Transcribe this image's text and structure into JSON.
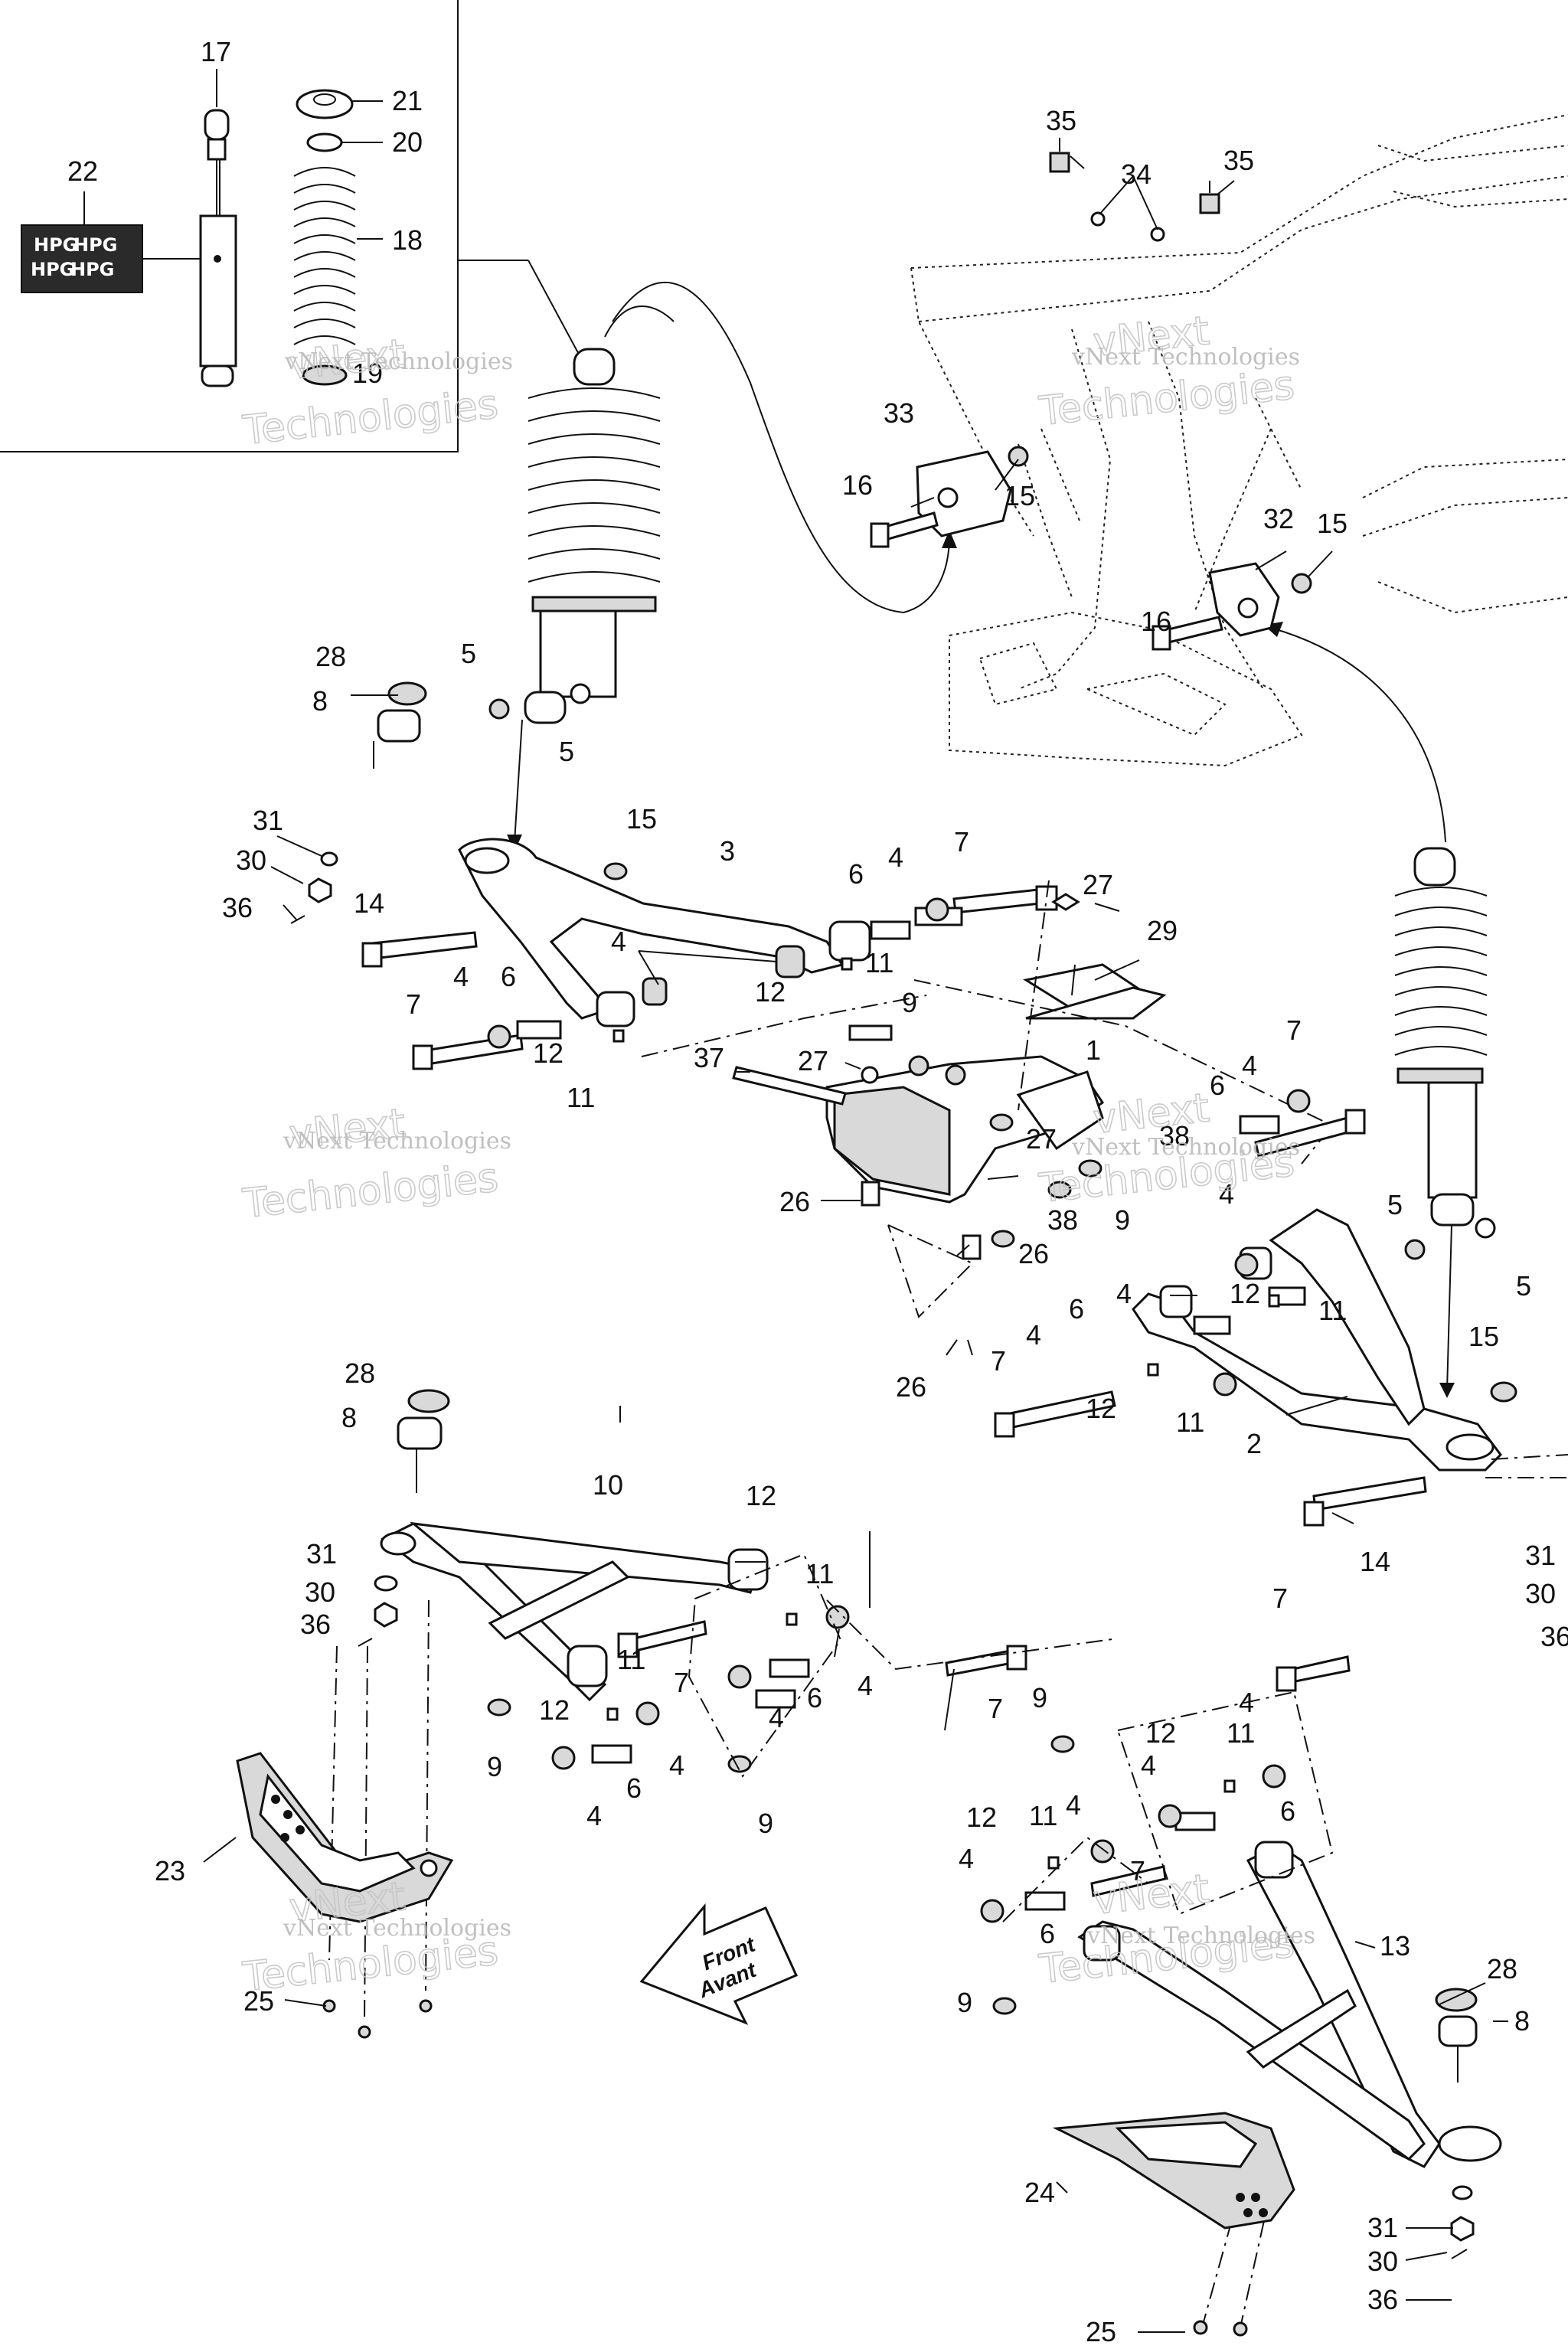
{
  "watermark": {
    "line1": "vNext Technologies",
    "line2": "vNext",
    "line3": "Technologies"
  },
  "inset_label": "HPG",
  "front_arrow": {
    "line1": "Front",
    "line2": "Avant"
  },
  "callouts": {
    "c1": "1",
    "c2": "2",
    "c3": "3",
    "c4a": "4",
    "c4b": "4",
    "c4c": "4",
    "c4d": "4",
    "c4e": "4",
    "c4f": "4",
    "c4g": "4",
    "c4h": "4",
    "c4i": "4",
    "c4j": "4",
    "c4k": "4",
    "c4l": "4",
    "c4m": "4",
    "c4n": "4",
    "c5a": "5",
    "c5b": "5",
    "c5c": "5",
    "c5d": "5",
    "c6a": "6",
    "c6b": "6",
    "c6c": "6",
    "c6d": "6",
    "c6e": "6",
    "c6f": "6",
    "c6g": "6",
    "c6h": "6",
    "c7a": "7",
    "c7b": "7",
    "c7c": "7",
    "c7d": "7",
    "c7e": "7",
    "c7f": "7",
    "c7g": "7",
    "c8a": "8",
    "c8b": "8",
    "c8c": "8",
    "c9a": "9",
    "c9b": "9",
    "c9c": "9",
    "c9d": "9",
    "c9e": "9",
    "c9f": "9",
    "c10": "10",
    "c11a": "11",
    "c11b": "11",
    "c11c": "11",
    "c11d": "11",
    "c11e": "11",
    "c11f": "11",
    "c11g": "11",
    "c11h": "11",
    "c12a": "12",
    "c12b": "12",
    "c12c": "12",
    "c12d": "12",
    "c12e": "12",
    "c12f": "12",
    "c12g": "12",
    "c12h": "12",
    "c13": "13",
    "c14a": "14",
    "c14b": "14",
    "c15a": "15",
    "c15b": "15",
    "c15c": "15",
    "c15d": "15",
    "c16a": "16",
    "c16b": "16",
    "c17": "17",
    "c18": "18",
    "c19": "19",
    "c20": "20",
    "c21": "21",
    "c22": "22",
    "c23": "23",
    "c24": "24",
    "c25a": "25",
    "c25b": "25",
    "c26a": "26",
    "c26b": "26",
    "c26c": "26",
    "c27a": "27",
    "c27b": "27",
    "c27c": "27",
    "c28a": "28",
    "c28b": "28",
    "c28c": "28",
    "c29": "29",
    "c30a": "30",
    "c30b": "30",
    "c30c": "30",
    "c30d": "30",
    "c31a": "31",
    "c31b": "31",
    "c31c": "31",
    "c31d": "31",
    "c32": "32",
    "c33": "33",
    "c34": "34",
    "c35a": "35",
    "c35b": "35",
    "c36a": "36",
    "c36b": "36",
    "c36c": "36",
    "c36d": "36",
    "c37": "37",
    "c38a": "38",
    "c38b": "38"
  }
}
